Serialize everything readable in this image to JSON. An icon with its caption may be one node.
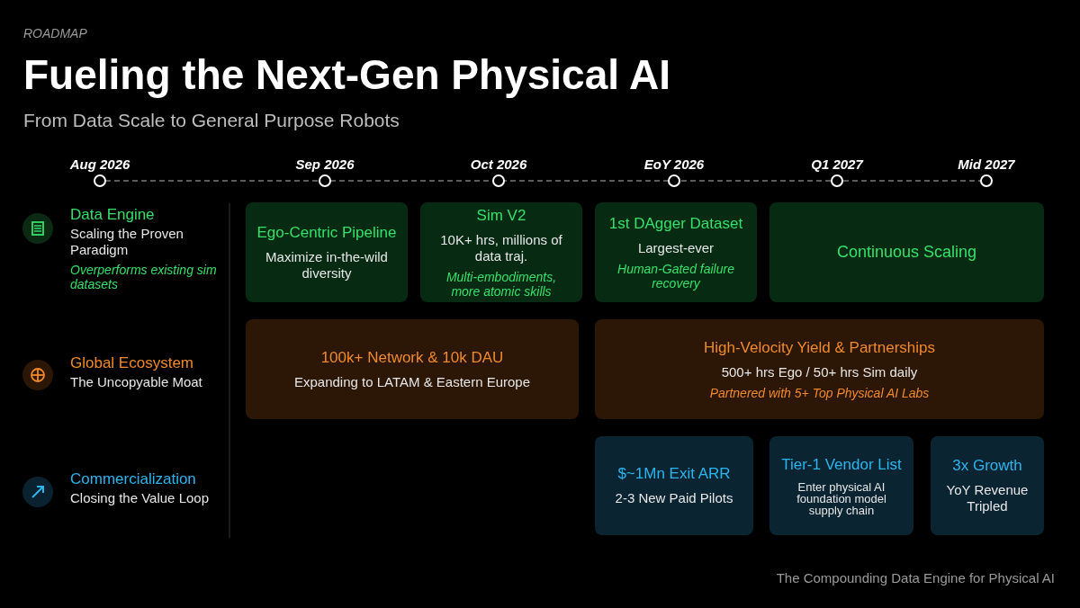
{
  "diagram": {
    "title": "Fueling the Next-Gen Physical AI",
    "caption": "The Compounding Data Engine for Physical AI",
    "nodes": [
      {
        "text": [
          "Ego-Centric Pipeline",
          "Maximize in-the-wild diversity"
        ]
      },
      {
        "text": [
          "Sim V2",
          "10K+ hrs, millions of data traj.",
          "Multi-embodiments, more atomic skills"
        ]
      },
      {
        "text": [
          "1st DAgger Dataset",
          "Largest-ever",
          "Human-Gated failure recovery"
        ]
      },
      {
        "text": [
          "Continuous Scaling"
        ]
      },
      {
        "text": [
          "100k+ Network & 10k DAU",
          "Expanding to LATAM & Eastern Europe"
        ]
      },
      {
        "text": [
          "High-Velocity Yield & Partnerships",
          "500+ hrs Ego / 50+ hrs Sim daily",
          "Partnered with 5+ Top Physical AI Labs"
        ]
      },
      {
        "text": [
          "$~1Mn Exit ARR",
          "2-3 New Paid Pilots"
        ]
      },
      {
        "text": [
          "Tier-1 Vendor List",
          "Enter physical AI foundation model supply chain"
        ]
      },
      {
        "text": [
          "3x Growth",
          "YoY Revenue Tripled"
        ]
      }
    ],
    "edges": [],
    "labels": [
      "ROADMAP",
      "From Data Scale to General Purpose Robots",
      "Aug 2026",
      "Sep 2026",
      "Oct 2026",
      "EoY 2026",
      "Q1 2027",
      "Mid 2027",
      "Data Engine",
      "Scaling the Proven Paradigm",
      "Overperforms existing sim datasets",
      "Global Ecosystem",
      "The Uncopyable Moat",
      "Commercialization",
      "Closing the Value Loop"
    ]
  }
}
